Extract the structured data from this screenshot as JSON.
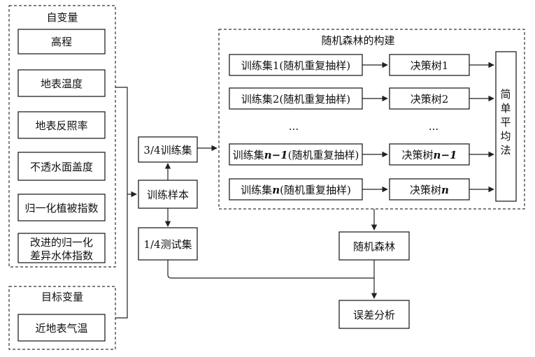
{
  "independent_vars": {
    "title": "自变量",
    "items": [
      "高程",
      "地表温度",
      "地表反照率",
      "不透水面盖度",
      "归一化植被指数"
    ],
    "last_item_line1": "改进的归一化",
    "last_item_line2": "差异水体指数"
  },
  "target_var": {
    "title": "目标变量",
    "item": "近地表气温"
  },
  "split": {
    "train": "3/4训练集",
    "sample": "训练样本",
    "test": "1/4测试集"
  },
  "forest_build": {
    "title": "随机森林的构建",
    "sets": [
      {
        "pre": "训练集",
        "idx": "1",
        "post": "(随机重复抽样)"
      },
      {
        "pre": "训练集",
        "idx": "2",
        "post": "(随机重复抽样)"
      },
      {
        "pre": "训练集",
        "idx": "n−1",
        "post": "(随机重复抽样)"
      },
      {
        "pre": "训练集",
        "idx": "n",
        "post": "(随机重复抽样)"
      }
    ],
    "trees": [
      {
        "pre": "决策树",
        "idx": "1"
      },
      {
        "pre": "决策树",
        "idx": "2"
      },
      {
        "pre": "决策树",
        "idx": "n−1"
      },
      {
        "pre": "决策树",
        "idx": "n"
      }
    ],
    "ellipsis": "...",
    "average_chars": [
      "简",
      "单",
      "平",
      "均",
      "法"
    ]
  },
  "random_forest": "随机森林",
  "error_analysis": "误差分析"
}
